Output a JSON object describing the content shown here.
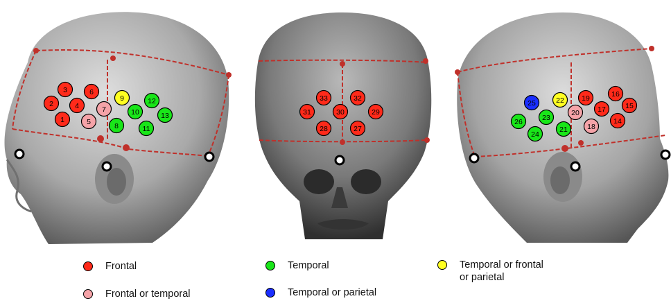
{
  "colors": {
    "frontal": "#ff2a1a",
    "frontal_or_temporal": "#f5a3a8",
    "temporal": "#19e619",
    "temporal_or_parietal": "#1a2eff",
    "temporal_frontal_parietal": "#ffff22",
    "guide_line": "#c0302a"
  },
  "legend": [
    {
      "key": "frontal",
      "label": "Frontal"
    },
    {
      "key": "frontal_or_temporal",
      "label": "Frontal or temporal"
    },
    {
      "key": "temporal",
      "label": "Temporal"
    },
    {
      "key": "temporal_or_parietal",
      "label": "Temporal or parietal"
    },
    {
      "key": "temporal_frontal_parietal",
      "label": "Temporal or frontal\nor parietal"
    }
  ],
  "views": [
    {
      "name": "left-view",
      "electrodes": [
        {
          "n": "1",
          "cat": "frontal"
        },
        {
          "n": "2",
          "cat": "frontal"
        },
        {
          "n": "3",
          "cat": "frontal"
        },
        {
          "n": "4",
          "cat": "frontal"
        },
        {
          "n": "5",
          "cat": "frontal_or_temporal"
        },
        {
          "n": "6",
          "cat": "frontal"
        },
        {
          "n": "7",
          "cat": "frontal_or_temporal"
        },
        {
          "n": "8",
          "cat": "temporal"
        },
        {
          "n": "9",
          "cat": "temporal_frontal_parietal"
        },
        {
          "n": "10",
          "cat": "temporal"
        },
        {
          "n": "11",
          "cat": "temporal"
        },
        {
          "n": "12",
          "cat": "temporal"
        },
        {
          "n": "13",
          "cat": "temporal"
        }
      ]
    },
    {
      "name": "front-view",
      "electrodes": [
        {
          "n": "27",
          "cat": "frontal"
        },
        {
          "n": "28",
          "cat": "frontal"
        },
        {
          "n": "29",
          "cat": "frontal"
        },
        {
          "n": "30",
          "cat": "frontal"
        },
        {
          "n": "31",
          "cat": "frontal"
        },
        {
          "n": "32",
          "cat": "frontal"
        },
        {
          "n": "33",
          "cat": "frontal"
        }
      ]
    },
    {
      "name": "right-view",
      "electrodes": [
        {
          "n": "14",
          "cat": "frontal"
        },
        {
          "n": "15",
          "cat": "frontal"
        },
        {
          "n": "16",
          "cat": "frontal"
        },
        {
          "n": "17",
          "cat": "frontal"
        },
        {
          "n": "18",
          "cat": "frontal_or_temporal"
        },
        {
          "n": "19",
          "cat": "frontal"
        },
        {
          "n": "20",
          "cat": "frontal_or_temporal"
        },
        {
          "n": "21",
          "cat": "temporal"
        },
        {
          "n": "22",
          "cat": "temporal_frontal_parietal"
        },
        {
          "n": "23",
          "cat": "temporal"
        },
        {
          "n": "24",
          "cat": "temporal"
        },
        {
          "n": "25",
          "cat": "temporal_or_parietal"
        },
        {
          "n": "26",
          "cat": "temporal"
        }
      ]
    }
  ]
}
